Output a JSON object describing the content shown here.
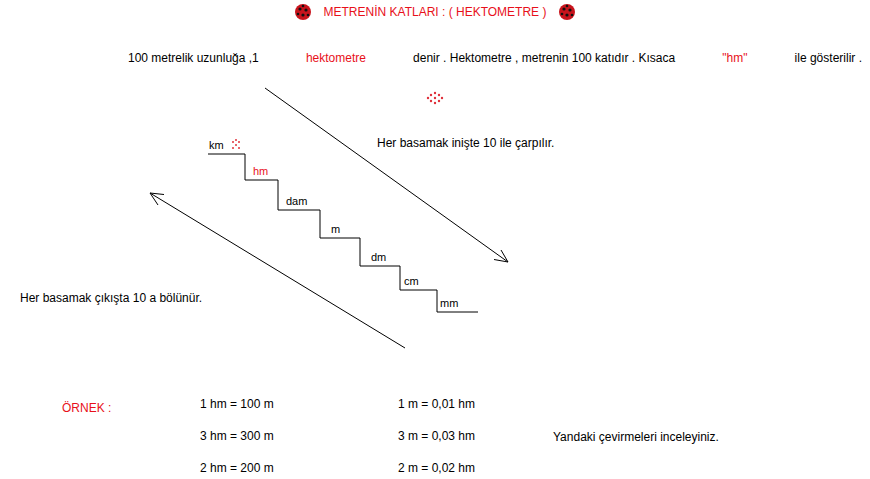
{
  "diagram": {
    "title": "METRENİN KATLARI : ( HEKTOMETRE )",
    "labels": [
      "100 metrelik uzunluğa ,1",
      "hektometre",
      "denir . Hektometre , metrenin 100 katıdır . Kısaca",
      "\"hm\"",
      "ile gösterilir .",
      "Her basamak inişte 10 ile çarpılır.",
      "Her basamak çıkışta 10 a bölünür.",
      "km",
      "hm",
      "dam",
      "m",
      "dm",
      "cm",
      "mm",
      "ÖRNEK :",
      "1 hm = 100 m",
      "1 m = 0,01 hm",
      "3 hm = 300 m",
      "3 m = 0,03 hm",
      "Yandaki çevirmeleri inceleyiniz.",
      "2 hm = 200 m",
      "2 m = 0,02 hm"
    ]
  }
}
